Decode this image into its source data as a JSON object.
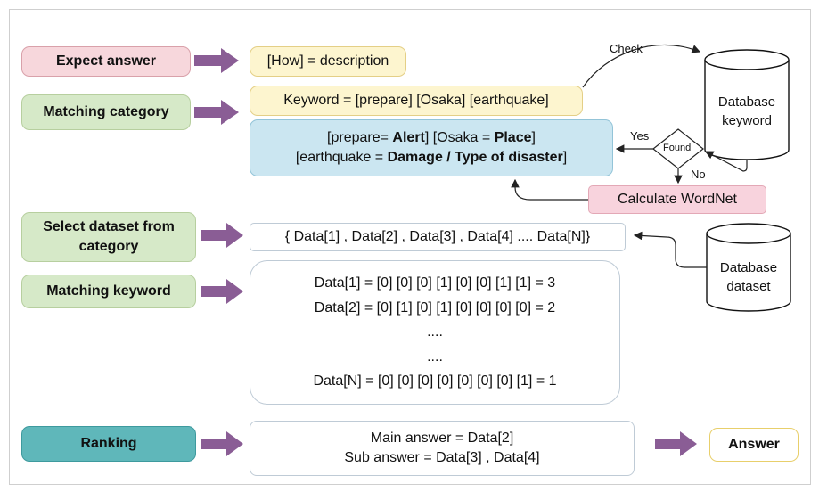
{
  "labels": {
    "expect_answer": "Expect answer",
    "matching_category": "Matching category",
    "select_dataset_line1": "Select dataset from",
    "select_dataset_line2": "category",
    "matching_keyword": "Matching keyword",
    "ranking": "Ranking"
  },
  "content": {
    "how": "[How] = description",
    "keyword": "Keyword = [prepare] [Osaka] [earthquake]",
    "category_line1_a": "[prepare= ",
    "category_line1_b": "Alert",
    "category_line1_c": "] [Osaka = ",
    "category_line1_d": "Place",
    "category_line1_e": "]",
    "category_line2_a": "[earthquake = ",
    "category_line2_b": "Damage / Type of disaster",
    "category_line2_c": "]",
    "dataset_set": "{ Data[1] , Data[2] , Data[3] , Data[4] .... Data[N]}",
    "data_rows": [
      "Data[1] = [0] [0] [0] [1] [0] [0] [1] [1] = 3",
      "Data[2] = [0] [1] [0] [1] [0] [0] [0] [0] = 2",
      "....",
      "....",
      "Data[N] =  [0] [0] [0] [0] [0] [0] [0] [1] = 1"
    ],
    "main_answer": "Main answer = Data[2]",
    "sub_answer": "Sub answer = Data[3] , Data[4]",
    "answer": "Answer",
    "calculate_wordnet": "Calculate WordNet"
  },
  "databases": {
    "keyword_line1": "Database",
    "keyword_line2": "keyword",
    "dataset_line1": "Database",
    "dataset_line2": "dataset"
  },
  "decision": {
    "found": "Found",
    "yes": "Yes",
    "no": "No",
    "check": "Check"
  },
  "colors": {
    "arrow_purple": "#8a5d95",
    "pink": "#f7d7dc",
    "green": "#d6e9c8",
    "teal": "#5fb7ba",
    "yellow": "#fdf5cf",
    "blue": "#cbe6f1"
  }
}
